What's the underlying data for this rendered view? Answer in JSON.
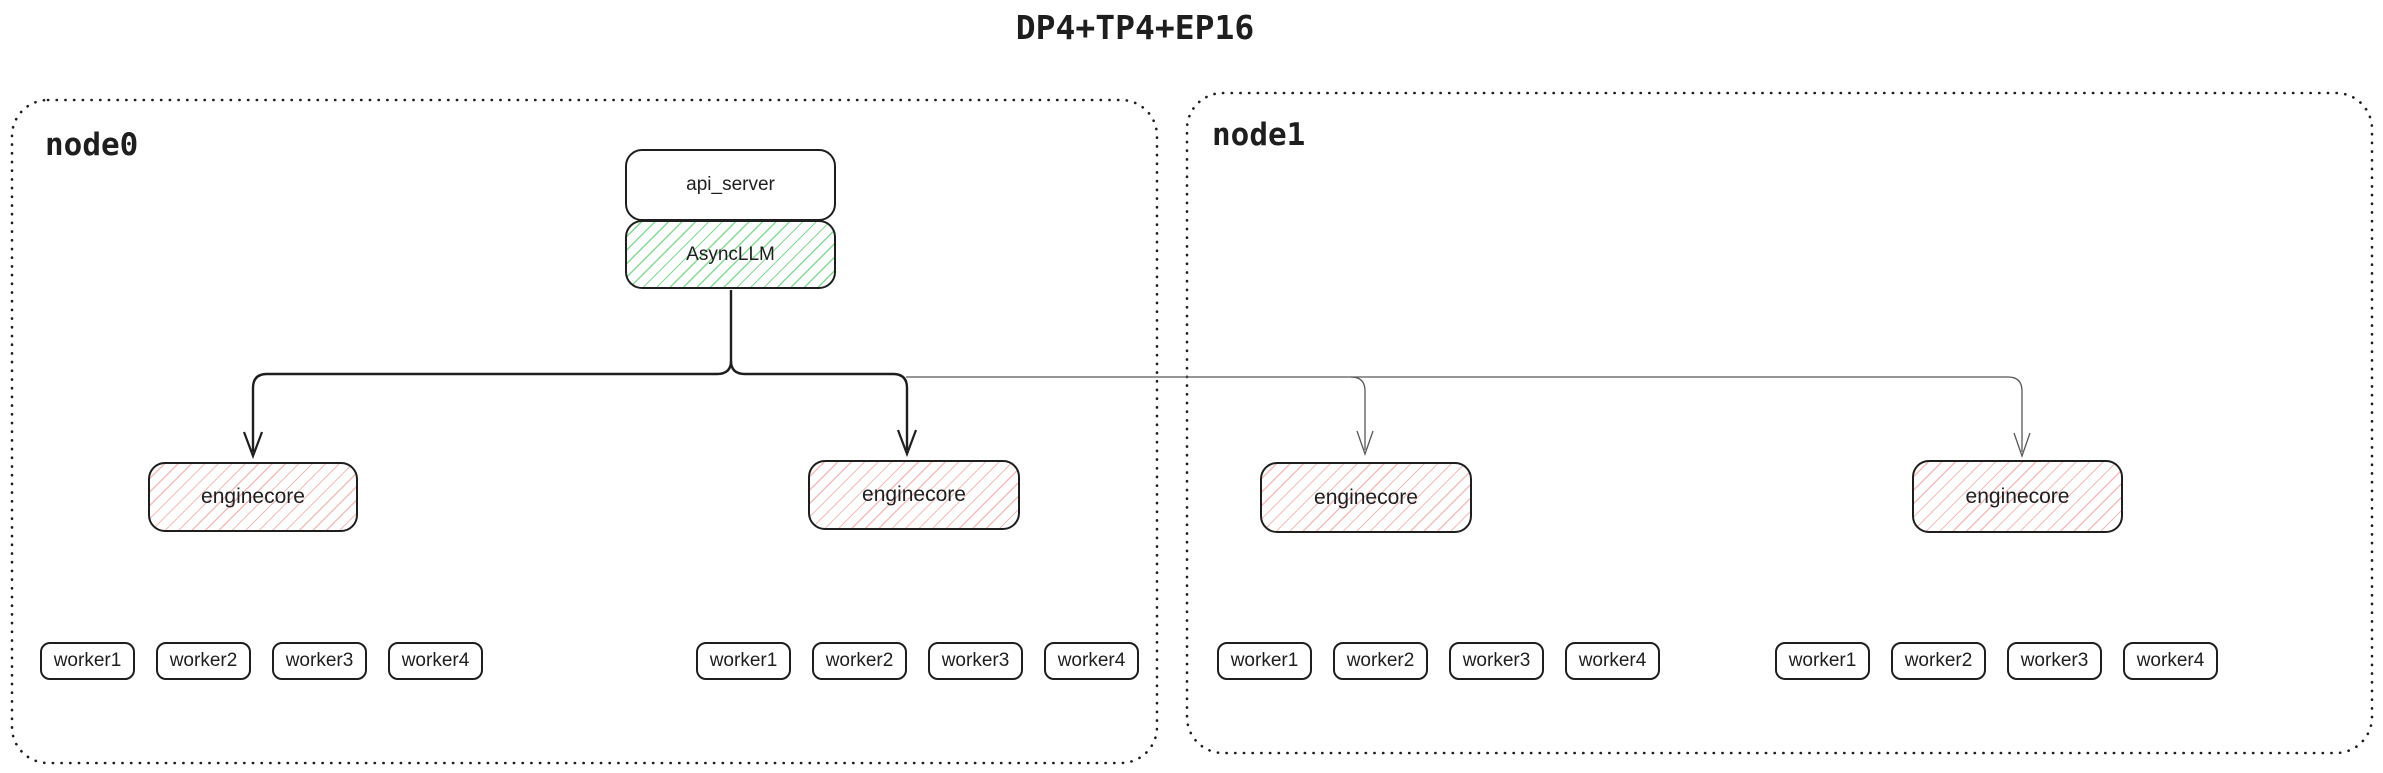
{
  "title": "DP4+TP4+EP16",
  "node0": {
    "label": "node0",
    "api_server": {
      "label": "api_server"
    },
    "async_llm": {
      "label": "AsyncLLM"
    },
    "enginecores": [
      {
        "label": "enginecore",
        "workers": [
          "worker1",
          "worker2",
          "worker3",
          "worker4"
        ]
      },
      {
        "label": "enginecore",
        "workers": [
          "worker1",
          "worker2",
          "worker3",
          "worker4"
        ]
      }
    ]
  },
  "node1": {
    "label": "node1",
    "enginecores": [
      {
        "label": "enginecore",
        "workers": [
          "worker1",
          "worker2",
          "worker3",
          "worker4"
        ]
      },
      {
        "label": "enginecore",
        "workers": [
          "worker1",
          "worker2",
          "worker3",
          "worker4"
        ]
      }
    ]
  },
  "colors": {
    "ink": "#1e1e1e",
    "async_llm_hatch": "#85d996",
    "enginecore_hatch": "#f2bdbd",
    "secondary_line": "#585858"
  }
}
